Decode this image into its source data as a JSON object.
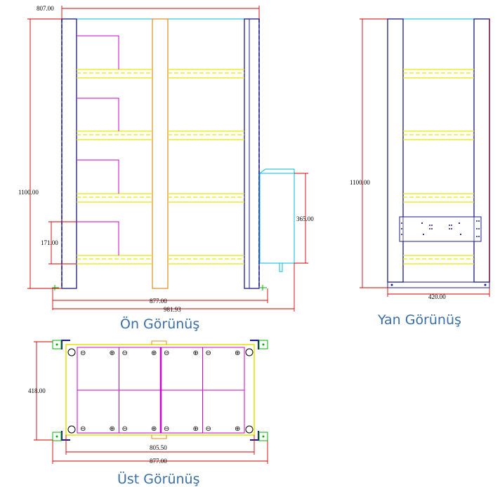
{
  "views": {
    "front": {
      "caption": "Ön Görünüş",
      "dimensions": {
        "top_width": "807.00",
        "height": "1100.00",
        "bottom_height": "171.00",
        "side_box_height": "365.00",
        "inner_width": "877.00",
        "overall_width": "981.93"
      }
    },
    "side": {
      "caption": "Yan Görünüş",
      "dimensions": {
        "height": "1100.00",
        "depth": "420.00"
      }
    },
    "top": {
      "caption": "Üst Görünüş",
      "dimensions": {
        "depth": "418.00",
        "inner_width": "805.50",
        "outer_width": "877.00"
      },
      "battery_rows": 2,
      "battery_cols": 4,
      "negative_symbol": "⊖",
      "positive_symbol": "⊕"
    }
  },
  "colors": {
    "frame": "#1a1a8c",
    "shelf": "#e6e600",
    "bracket": "#cc00cc",
    "center_post": "#e08a1e",
    "dimension": "#d00000",
    "side_box": "#00bcd4",
    "mount": "#00b000",
    "caption": "#3b6ea5"
  }
}
